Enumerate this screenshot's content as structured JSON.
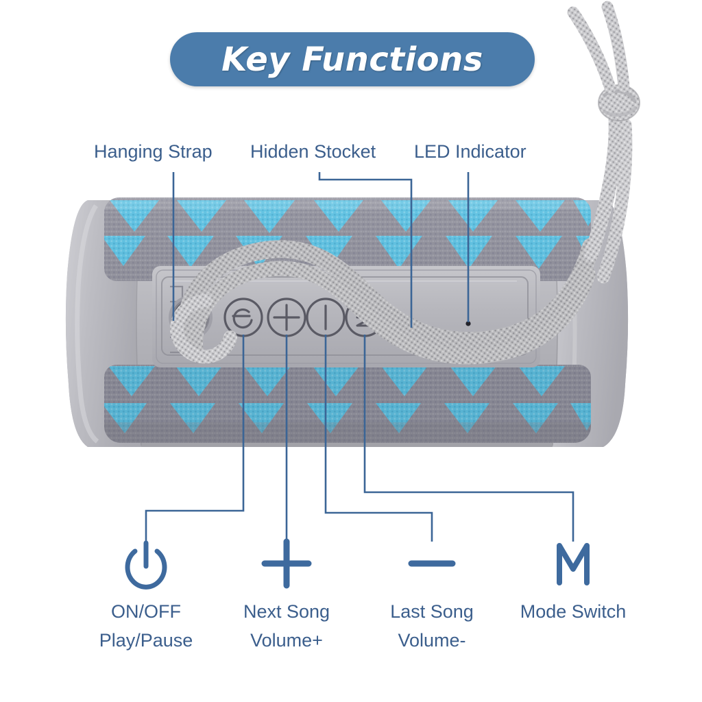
{
  "header": {
    "title": "Key Functions",
    "pill_color": "#4b7cab",
    "title_color": "#ffffff"
  },
  "theme": {
    "label_color": "#3b5e8c",
    "icon_color": "#3e6a9e",
    "leader_line_color": "#3b6596",
    "leader_line_color_light": "#5b9bd5",
    "mesh_base_color": "#8a8a96",
    "mesh_triangle_color": "#4fc3e8",
    "body_gray": "#b9b9bd",
    "strap_gray": "#c9c9cc"
  },
  "top_callouts": [
    {
      "id": "hanging-strap",
      "label": "Hanging Strap"
    },
    {
      "id": "hidden-stocket",
      "label": "Hidden Stocket"
    },
    {
      "id": "led-indicator",
      "label": "LED Indicator"
    }
  ],
  "product": {
    "name": "portable bluetooth speaker",
    "buttons": [
      {
        "id": "power",
        "glyph": "power"
      },
      {
        "id": "plus",
        "glyph": "plus"
      },
      {
        "id": "minus",
        "glyph": "minus"
      },
      {
        "id": "mode",
        "glyph": "M"
      }
    ]
  },
  "legend": [
    {
      "id": "power",
      "icon": "power-icon",
      "line1": "ON/OFF",
      "line2": "Play/Pause"
    },
    {
      "id": "next",
      "icon": "plus-icon",
      "line1": "Next Song",
      "line2": "Volume+"
    },
    {
      "id": "last",
      "icon": "minus-icon",
      "line1": "Last Song",
      "line2": "Volume-"
    },
    {
      "id": "mode",
      "icon": "letter-m-icon",
      "line1": "Mode Switch",
      "line2": ""
    }
  ]
}
